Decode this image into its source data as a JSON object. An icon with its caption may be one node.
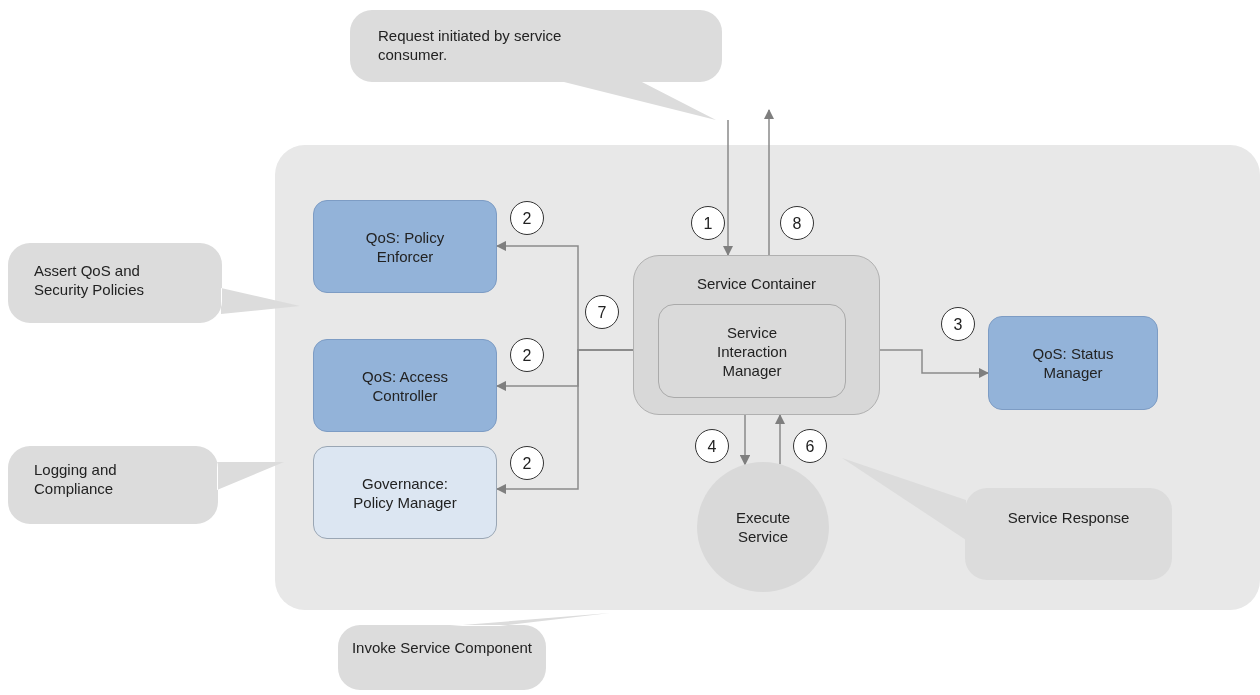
{
  "diagram": {
    "nodes": [
      {
        "text": [],
        "shape": "box"
      },
      {
        "text": [
          "Request initiated by service consumer."
        ]
      },
      {
        "text": [
          "Assert QoS and Security Policies"
        ]
      },
      {
        "text": [
          "Logging and Compliance"
        ]
      },
      {
        "text": [
          "QoS: Policy Enforcer"
        ],
        "in": 0
      },
      {
        "text": [
          "QoS: Access Controller"
        ],
        "in": 0
      },
      {
        "text": [
          "Governance: Policy Manager"
        ],
        "in": 0
      },
      {
        "text": [
          "Service Container"
        ],
        "in": 0
      },
      {
        "text": [
          "Service Interaction Manager"
        ],
        "in": 7
      },
      {
        "text": [
          "QoS: Status Manager"
        ],
        "in": 0
      },
      {
        "text": [
          "Execute Service"
        ],
        "in": 0
      },
      {
        "text": [
          "Service Response"
        ],
        "in": 0
      },
      {
        "text": [
          "Invoke Service Component"
        ]
      },
      {
        "text": [
          "2"
        ],
        "in": 0
      },
      {
        "text": [
          "1"
        ],
        "in": 0
      },
      {
        "text": [
          "8"
        ],
        "in": 0
      },
      {
        "text": [
          "7"
        ],
        "in": 0
      },
      {
        "text": [
          "3"
        ],
        "in": 0
      },
      {
        "text": [
          "2"
        ],
        "in": 0
      },
      {
        "text": [
          "4"
        ],
        "in": 0
      },
      {
        "text": [
          "6"
        ],
        "in": 0
      },
      {
        "text": [
          "2"
        ],
        "in": 0
      }
    ],
    "edges": [
      {
        "from": 1,
        "to": 7,
        "arrow": "to"
      },
      {
        "from": 7,
        "to": null,
        "arrow": "to"
      },
      {
        "from": 7,
        "to": 4,
        "arrow": "to"
      },
      {
        "from": 7,
        "to": 5,
        "arrow": "to"
      },
      {
        "from": 7,
        "to": 6,
        "arrow": "to"
      },
      {
        "from": 7,
        "to": 9,
        "arrow": "to"
      },
      {
        "from": 7,
        "to": 10,
        "arrow": "to"
      },
      {
        "from": 10,
        "to": 7,
        "arrow": "to"
      }
    ]
  }
}
